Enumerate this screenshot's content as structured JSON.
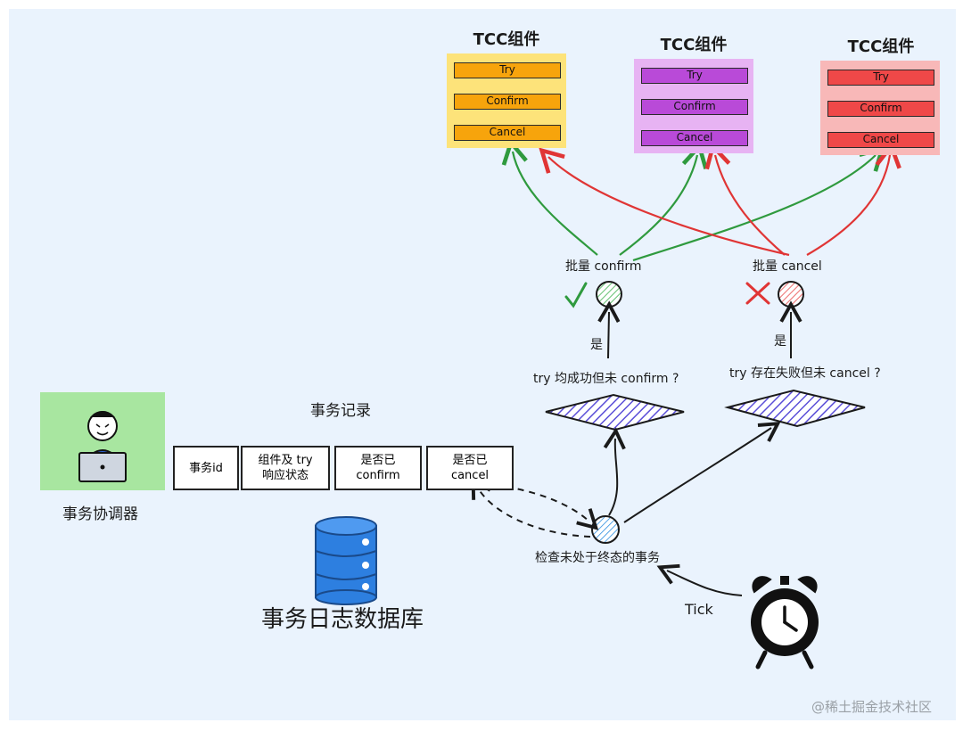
{
  "tcc_components": [
    {
      "title": "TCC组件",
      "actions": [
        "Try",
        "Confirm",
        "Cancel"
      ],
      "bg": "#fde37a",
      "bar": "#f7a40c"
    },
    {
      "title": "TCC组件",
      "actions": [
        "Try",
        "Confirm",
        "Cancel"
      ],
      "bg": "#e7b3f3",
      "bar": "#b94ad8"
    },
    {
      "title": "TCC组件",
      "actions": [
        "Try",
        "Confirm",
        "Cancel"
      ],
      "bg": "#f8b8b8",
      "bar": "#ef4848"
    }
  ],
  "batch_confirm": "批量 confirm",
  "batch_cancel": "批量 cancel",
  "yes_label": "是",
  "cond_confirm": "try 均成功但未 confirm ?",
  "cond_cancel": "try 存在失败但未 cancel ?",
  "tx_record_title": "事务记录",
  "tx_record_cells": [
    "事务id",
    "组件及 try\n响应状态",
    "是否已\nconfirm",
    "是否已\ncancel"
  ],
  "coordinator_label": "事务协调器",
  "database_label": "事务日志数据库",
  "check_label": "检查未处于终态的事务",
  "tick_label": "Tick",
  "watermark": "@稀土掘金技术社区",
  "colors": {
    "green": "#2f9a3e",
    "red": "#e03535",
    "blue_db": "#2d7fe0",
    "hatch_blue": "#6a5ce0"
  }
}
